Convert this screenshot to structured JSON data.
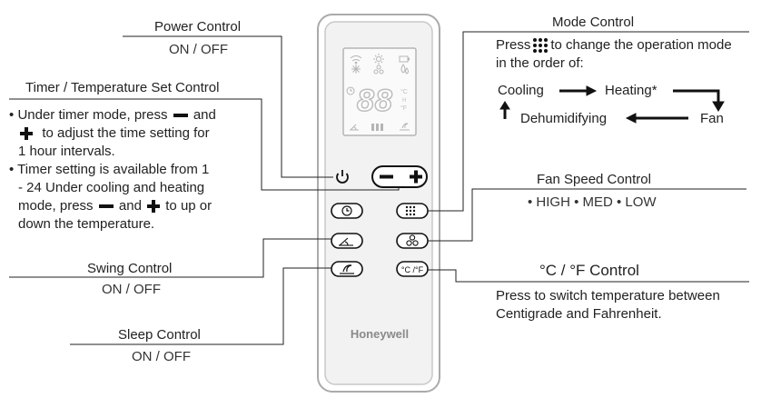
{
  "remote": {
    "brand": "Honeywell",
    "display_digits": "88"
  },
  "power": {
    "title": "Power Control",
    "sub": "ON / OFF"
  },
  "timer": {
    "title": "Timer / Temperature Set Control",
    "b1_l1_a": "Under timer mode, press",
    "b1_l1_b": "and",
    "b1_l2": "to adjust the time setting for",
    "b1_l3": "1 hour intervals.",
    "b2_l1": "Timer setting is available from 1",
    "b2_l2": "- 24 Under cooling and heating",
    "b2_l3_a": "mode, press",
    "b2_l3_b": "and",
    "b2_l3_c": "to up or",
    "b2_l4": "down the temperature."
  },
  "mode": {
    "title": "Mode Control",
    "desc_a": "Press",
    "desc_b": "to change the operation mode",
    "desc_l2": "in the order of:",
    "cooling": "Cooling",
    "heating": "Heating*",
    "fan": "Fan",
    "dehumidifying": "Dehumidifying"
  },
  "fan_speed": {
    "title": "Fan Speed Control",
    "options": "• HIGH • MED • LOW"
  },
  "swing": {
    "title": "Swing Control",
    "sub": "ON / OFF"
  },
  "sleep": {
    "title": "Sleep Control",
    "sub": "ON / OFF"
  },
  "unit": {
    "title": "°C / °F Control",
    "desc_l1": "Press to switch temperature between",
    "desc_l2": "Centigrade and Fahrenheit."
  },
  "buttons": {
    "unit_label": "°C /°F"
  }
}
